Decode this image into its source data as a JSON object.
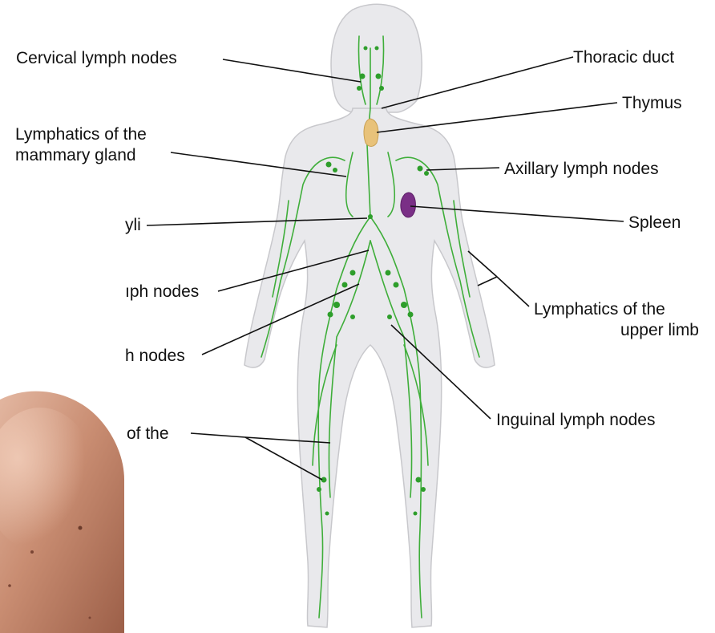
{
  "colors": {
    "lymph_green": "#3fae3a",
    "node_green": "#2e9e2b",
    "body_fill": "#e9e9ec",
    "body_outline": "#c8c8cc",
    "thymus": "#e8c27a",
    "spleen": "#7a2f86",
    "label_text": "#111111",
    "skin": "#c98d72"
  },
  "labels": {
    "cervical": "Cervical lymph nodes",
    "mammary_l1": "Lymphatics of the",
    "mammary_l2": "mammary gland",
    "cisterna_fragment": "yli",
    "lumbar_fragment": "ıph nodes",
    "iliac_fragment": "h nodes",
    "lowerlimb_fragment": "of the",
    "thoracic": "Thoracic duct",
    "thymus": "Thymus",
    "axillary": "Axillary lymph nodes",
    "spleen": "Spleen",
    "upperlimb_l1": "Lymphatics of the",
    "upperlimb_l2": "upper limb",
    "inguinal": "Inguinal lymph nodes"
  }
}
